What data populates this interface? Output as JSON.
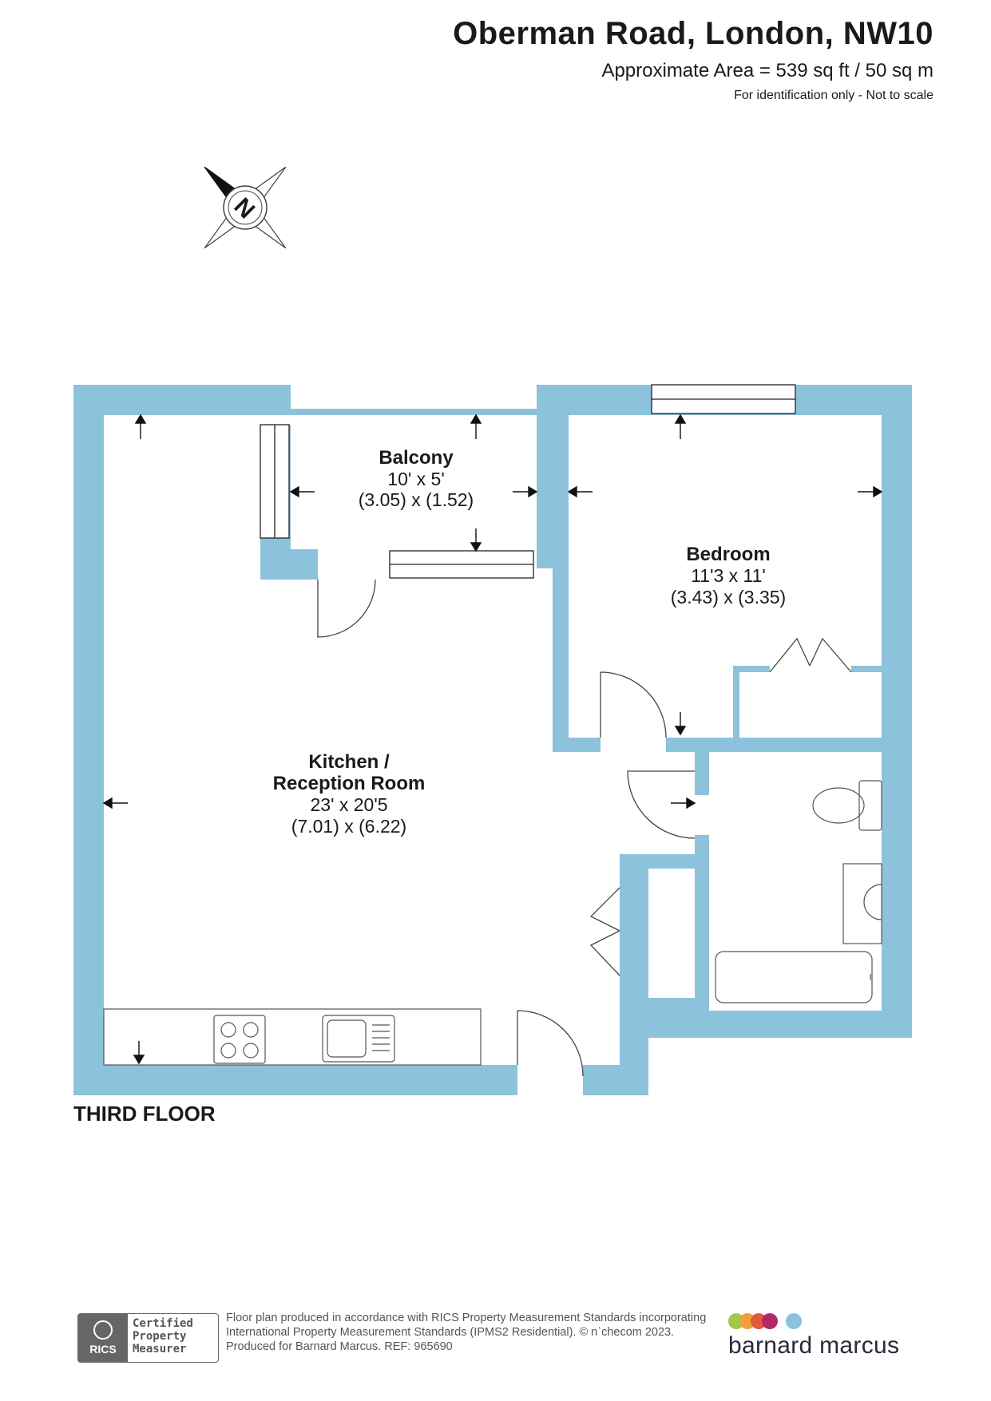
{
  "header": {
    "title": "Oberman Road, London, NW10",
    "area": "Approximate Area = 539 sq ft / 50 sq m",
    "note": "For identification only - Not to scale"
  },
  "compass": {
    "label": "N",
    "icon": "compass-rose-icon"
  },
  "rooms": {
    "balcony": {
      "name": "Balcony",
      "dim_imperial": "10' x 5'",
      "dim_metric": "(3.05) x (1.52)"
    },
    "bedroom": {
      "name": "Bedroom",
      "dim_imperial": "11'3 x 11'",
      "dim_metric": "(3.43) x (3.35)"
    },
    "kitchen": {
      "name_line1": "Kitchen /",
      "name_line2": "Reception Room",
      "dim_imperial": "23' x 20'5",
      "dim_metric": "(7.01) x (6.22)"
    }
  },
  "floor_label": "THIRD FLOOR",
  "footer": {
    "rics_logo": "RICS",
    "rics_badge": [
      "Certified",
      "Property",
      "Measurer"
    ],
    "line1": "Floor plan produced in accordance with RICS Property Measurement Standards incorporating",
    "line2": "International Property Measurement Standards (IPMS2 Residential).   © nʿchecom 2023.",
    "line3": "Produced for Barnard Marcus.    REF:  965690",
    "brand_name": "barnard marcus"
  },
  "colors": {
    "wall": "#8cc2dc",
    "brand_dots": [
      "#9ec94a",
      "#f0a03c",
      "#e25a3c",
      "#b0286a",
      "#8cc2dc"
    ]
  }
}
